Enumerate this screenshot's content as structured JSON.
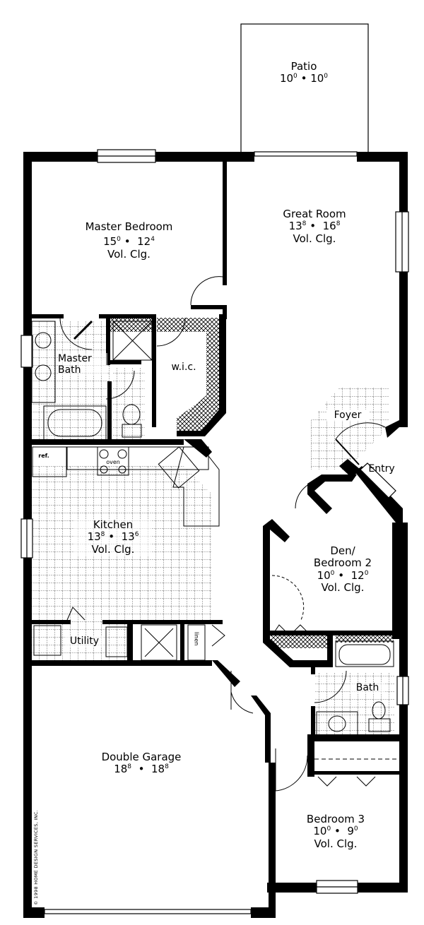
{
  "plan": {
    "rooms": [
      {
        "id": "patio",
        "name": "Patio",
        "w": "10",
        "w_in": "0",
        "d": "10",
        "d_in": "0",
        "ceiling": ""
      },
      {
        "id": "master_bedroom",
        "name": "Master Bedroom",
        "w": "15",
        "w_in": "0",
        "d": "12",
        "d_in": "4",
        "ceiling": "Vol. Clg."
      },
      {
        "id": "great_room",
        "name": "Great Room",
        "w": "13",
        "w_in": "8",
        "d": "16",
        "d_in": "8",
        "ceiling": "Vol. Clg."
      },
      {
        "id": "master_bath",
        "name": "Master Bath"
      },
      {
        "id": "wic",
        "name": "w.i.c."
      },
      {
        "id": "foyer",
        "name": "Foyer"
      },
      {
        "id": "entry",
        "name": "Entry"
      },
      {
        "id": "kitchen",
        "name": "Kitchen",
        "w": "13",
        "w_in": "8",
        "d": "13",
        "d_in": "6",
        "ceiling": "Vol. Clg."
      },
      {
        "id": "den",
        "name": "Den/ Bedroom 2",
        "name_l1": "Den/",
        "name_l2": "Bedroom 2",
        "w": "10",
        "w_in": "0",
        "d": "12",
        "d_in": "0",
        "ceiling": "Vol. Clg."
      },
      {
        "id": "utility",
        "name": "Utility"
      },
      {
        "id": "linen",
        "name": "linen"
      },
      {
        "id": "bath",
        "name": "Bath"
      },
      {
        "id": "garage",
        "name": "Double Garage",
        "w": "18",
        "w_in": "8",
        "d": "18",
        "d_in": "8",
        "ceiling": ""
      },
      {
        "id": "bedroom3",
        "name": "Bedroom 3",
        "w": "10",
        "w_in": "0",
        "d": "9",
        "d_in": "0",
        "ceiling": "Vol. Clg."
      }
    ],
    "fixtures": {
      "ref": "ref.",
      "oven": "oven"
    },
    "separator": "•",
    "copyright": "© 1998 HOME DESIGN SERVICES, INC.",
    "colors": {
      "wall": "#000000",
      "background": "#ffffff",
      "grid": "#555555"
    }
  }
}
